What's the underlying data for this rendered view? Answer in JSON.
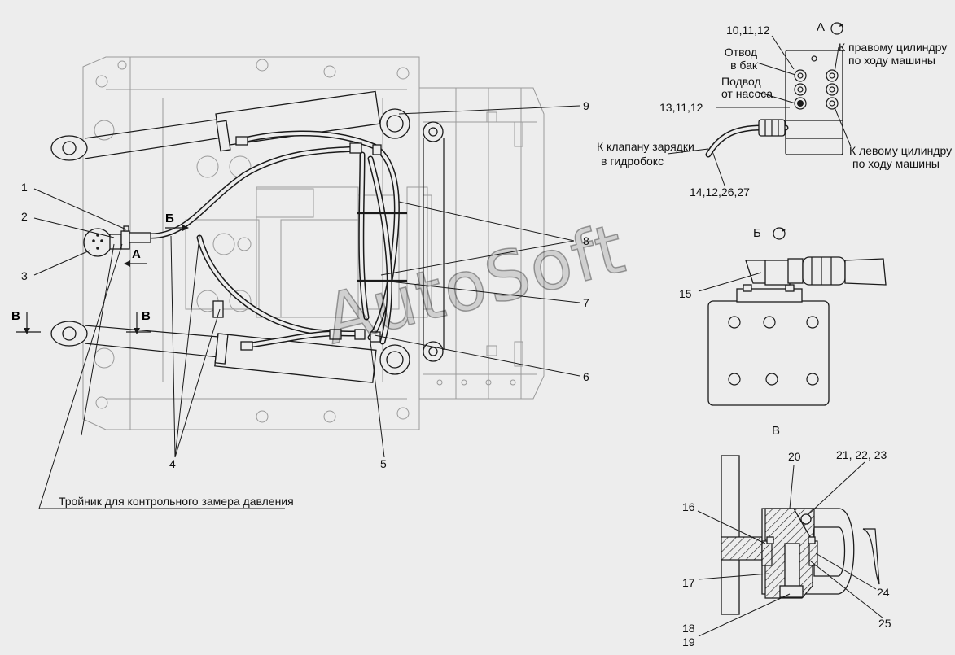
{
  "watermark": "AutoSoft",
  "callouts": {
    "n1": "1",
    "n2": "2",
    "n3": "3",
    "n4": "4",
    "n5": "5",
    "n6": "6",
    "n7": "7",
    "n8": "8",
    "n9": "9",
    "n10_11_12": "10,11,12",
    "n13_11_12": "13,11,12",
    "n14_12_26_27": "14,12,26,27",
    "n15": "15",
    "n16": "16",
    "n17": "17",
    "n18": "18",
    "n19": "19",
    "n20": "20",
    "n21_22_23": "21, 22, 23",
    "n24": "24",
    "n25": "25"
  },
  "views": {
    "view_a": "А",
    "view_b": "Б",
    "view_v": "В",
    "arrow_a": "А",
    "arrow_b": "Б",
    "arrow_v_left": "В",
    "arrow_v_right": "В"
  },
  "notes": {
    "tank_line1": "Отвод",
    "tank_line2": "в бак",
    "pump_line1": "Подвод",
    "pump_line2": "от насоса",
    "right_cyl_line1": "К правому цилиндру",
    "right_cyl_line2": "по ходу машины",
    "left_cyl_line1": "К левому цилиндру",
    "left_cyl_line2": "по ходу машины",
    "valve_line1": "К клапану зарядки",
    "valve_line2": "в гидробокс",
    "tee_note": "Тройник для контрольного замера давления"
  }
}
